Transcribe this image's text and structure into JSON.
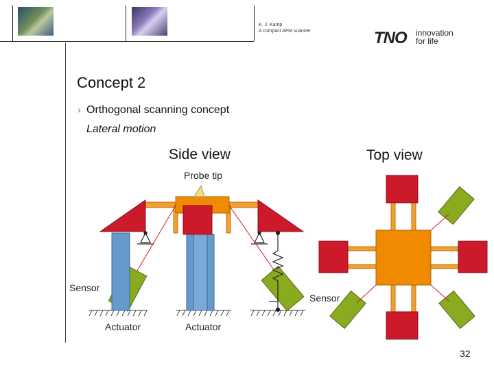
{
  "header": {
    "author": "K. J. Kamp",
    "doc_title": "A compact AFM scanner",
    "logo": {
      "mark": "TNO",
      "tagline_1": "innovation",
      "tagline_2": "for life"
    }
  },
  "slide": {
    "title": "Concept 2",
    "bullet": "Orthogonal scanning concept",
    "subtitle": "Lateral motion",
    "page_number": "32"
  },
  "diagram": {
    "side_view_label": "Side view",
    "top_view_label": "Top view",
    "probe_tip_label": "Probe tip",
    "sensor_left_label": "Sensor",
    "sensor_right_label": "Sensor",
    "actuator_left_label": "Actuator",
    "actuator_right_label": "Actuator"
  },
  "colors": {
    "red_block": "#cc1a2a",
    "orange_stage": "#f08a00",
    "orange_flexure": "#f0a030",
    "blue_actuator": "#6699cc",
    "green_sensor": "#8aaa20",
    "accent_bullet": "#c06010"
  }
}
